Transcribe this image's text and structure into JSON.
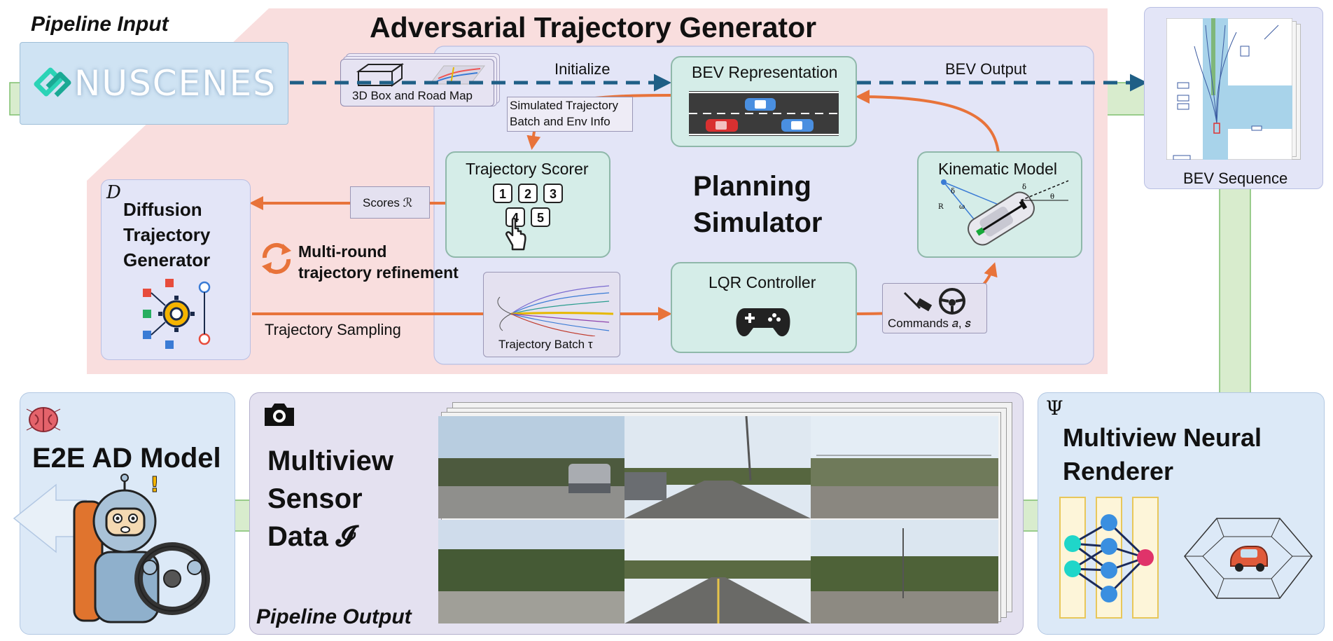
{
  "pipeline_input": {
    "label": "Pipeline Input",
    "logo_text": "NUSCENES"
  },
  "adversarial": {
    "title": "Adversarial Trajectory Generator"
  },
  "box3d": {
    "label": "3D Box and Road Map"
  },
  "flow": {
    "initialize": "Initialize",
    "bev_output": "BEV Output",
    "sim_traj_line1": "Simulated Trajectory",
    "sim_traj_line2": "Batch and Env Info",
    "scores": "Scores ℛ",
    "traj_sampling": "Trajectory Sampling",
    "traj_batch": "Trajectory Batch τ",
    "commands": "Commands 𝑎, 𝑠"
  },
  "bev_representation": {
    "title": "BEV Representation"
  },
  "trajectory_scorer": {
    "title": "Trajectory Scorer",
    "keys": [
      "1",
      "2",
      "3",
      "4",
      "5"
    ]
  },
  "planning_simulator": {
    "line1": "Planning",
    "line2": "Simulator"
  },
  "kinematic_model": {
    "title": "Kinematic Model"
  },
  "lqr_controller": {
    "title": "LQR Controller"
  },
  "diffusion": {
    "symbol": "D",
    "line1": "Diffusion",
    "line2": "Trajectory",
    "line3": "Generator"
  },
  "refinement": {
    "line1": "Multi-round",
    "line2": "trajectory refinement"
  },
  "bev_sequence": {
    "label": "BEV Sequence"
  },
  "e2e": {
    "title": "E2E AD Model"
  },
  "sensor": {
    "line1": "Multiview",
    "line2": "Sensor",
    "line3": "Data 𝓘",
    "pipeline_output": "Pipeline Output"
  },
  "renderer": {
    "symbol": "Ψ",
    "line1": "Multiview Neural",
    "line2": "Renderer"
  },
  "colors": {
    "orange": "#e8733a",
    "blue_dashed": "#1f5f86",
    "pink_bg": "#f9dede",
    "sim_bg": "#e3e5f7",
    "teal_box": "#d5ede8",
    "teal_border": "#8fb8aa",
    "green_band": "#d8eccd",
    "green_border": "#7fbf6f",
    "lavender": "#e4e1f0"
  }
}
